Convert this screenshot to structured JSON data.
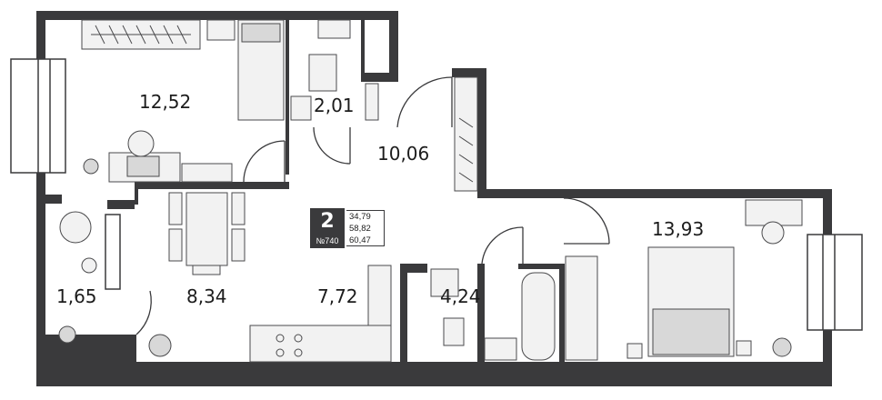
{
  "rooms": [
    {
      "id": "bedroom-1",
      "area": "12,52"
    },
    {
      "id": "wc",
      "area": "2,01"
    },
    {
      "id": "hall",
      "area": "10,06"
    },
    {
      "id": "bedroom-2",
      "area": "13,93"
    },
    {
      "id": "balcony",
      "area": "1,65"
    },
    {
      "id": "kitchen",
      "area": "8,34"
    },
    {
      "id": "living",
      "area": "7,72"
    },
    {
      "id": "bathroom",
      "area": "4,24"
    }
  ],
  "apartment": {
    "rooms_count": "2",
    "number": "№740",
    "area_living": "34,79",
    "area_total": "58,82",
    "area_with_balcony": "60,47"
  },
  "colors": {
    "wall": "#3a3a3c",
    "line": "#5a5a5c",
    "furniture_fill": "#f2f2f2"
  }
}
